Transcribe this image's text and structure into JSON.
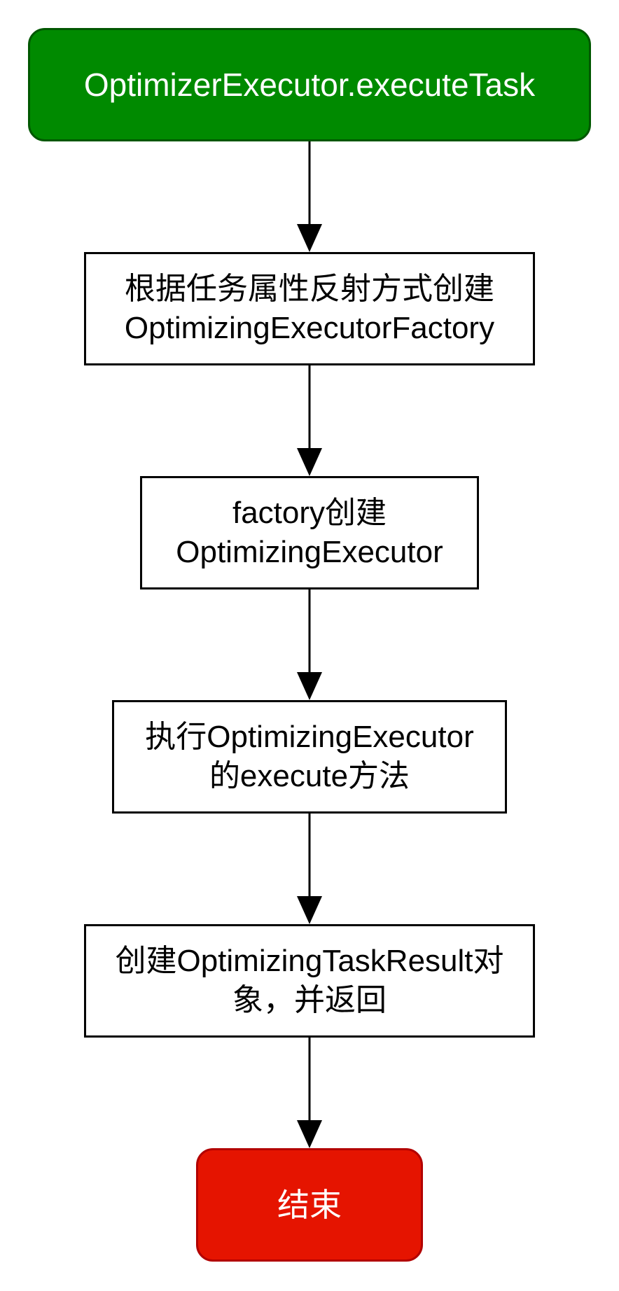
{
  "diagram": {
    "start_label": "OptimizerExecutor.executeTask",
    "steps": [
      {
        "line1": "根据任务属性反射方式创建",
        "line2": "OptimizingExecutorFactory"
      },
      {
        "line1": "factory创建",
        "line2": "OptimizingExecutor"
      },
      {
        "line1": "执行OptimizingExecutor",
        "line2": "的execute方法"
      },
      {
        "line1": "创建OptimizingTaskResult对",
        "line2": "象，并返回"
      }
    ],
    "end_label": "结束",
    "colors": {
      "start_fill": "#008a00",
      "end_fill": "#e51400",
      "stroke": "#000000"
    }
  }
}
